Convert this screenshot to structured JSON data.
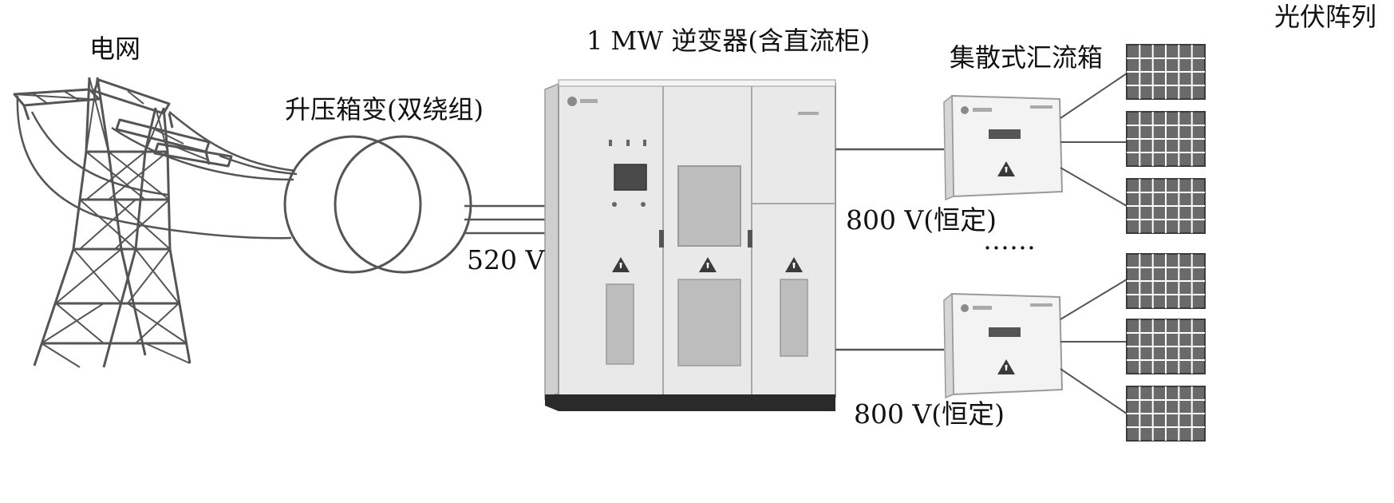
{
  "labels": {
    "grid": "电网",
    "transformer": "升压箱变(双绕组)",
    "inverter": "1 MW 逆变器(含直流柜)",
    "combiner": "集散式汇流箱",
    "pv_array": "光伏阵列",
    "ac_voltage": "520 V",
    "dc_voltage_top": "800 V(恒定)",
    "dc_voltage_bottom": "800 V(恒定)",
    "ellipsis": "……"
  },
  "colors": {
    "line": "#555555",
    "cabinet": "#e9e9e9",
    "cabinet_edge": "#9a9a9a",
    "base": "#2a2a2a",
    "tower": "#555555",
    "panel_cell": "#6a6a6a",
    "panel_grid": "#ffffff",
    "warning": "#3a3a3a"
  },
  "icons": {
    "tower": "transmission-tower-icon",
    "transformer": "transformer-symbol-icon",
    "inverter": "inverter-cabinet-icon",
    "combiner": "combiner-box-icon",
    "panel": "solar-panel-icon",
    "warning": "warning-triangle-icon"
  }
}
